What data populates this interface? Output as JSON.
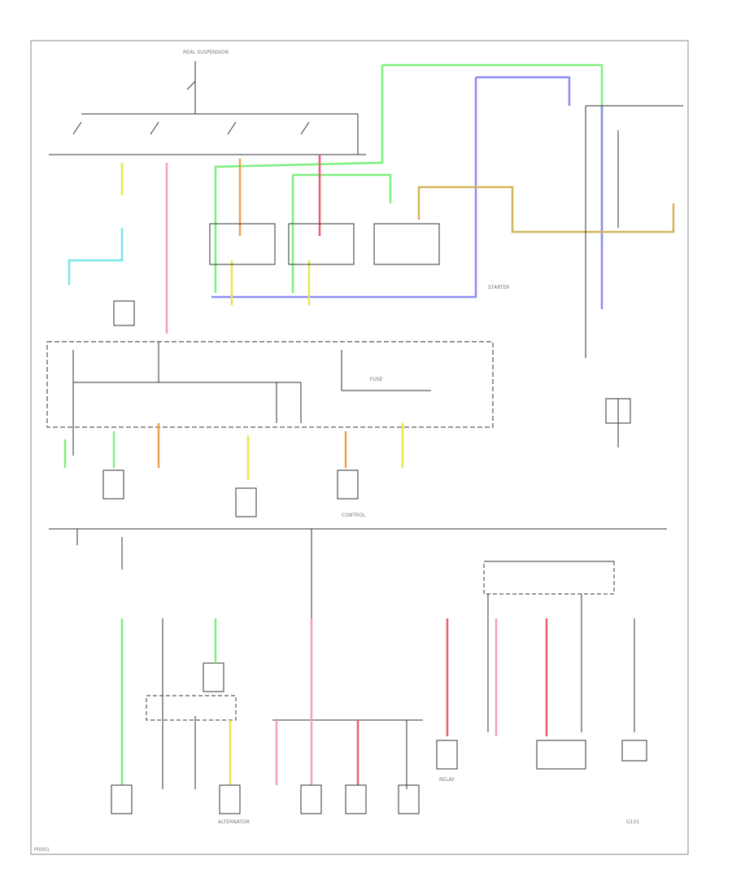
{
  "diagram": {
    "wire_colors": {
      "green": "#7df07d",
      "blue": "#8c8cf5",
      "red": "#f05a6e",
      "pink": "#f5a0b4",
      "orange": "#f0a050",
      "yellow": "#e6e650",
      "cyan": "#78e6e6",
      "tan": "#d2b45a",
      "line": "#333333",
      "border": "#888888"
    },
    "labels": [
      {
        "id": "main-relay-connector-label",
        "text": "REAL SUSPENSION"
      },
      {
        "id": "starter-label",
        "text": "STARTER"
      },
      {
        "id": "ground-label",
        "text": "G101"
      },
      {
        "id": "fuse-box-label",
        "text": "FUSE"
      },
      {
        "id": "control-module-label",
        "text": "CONTROL"
      },
      {
        "id": "alternator-label",
        "text": "ALTERNATOR"
      },
      {
        "id": "relay-label",
        "text": "RELAY"
      }
    ],
    "footer_text": "P0001"
  }
}
